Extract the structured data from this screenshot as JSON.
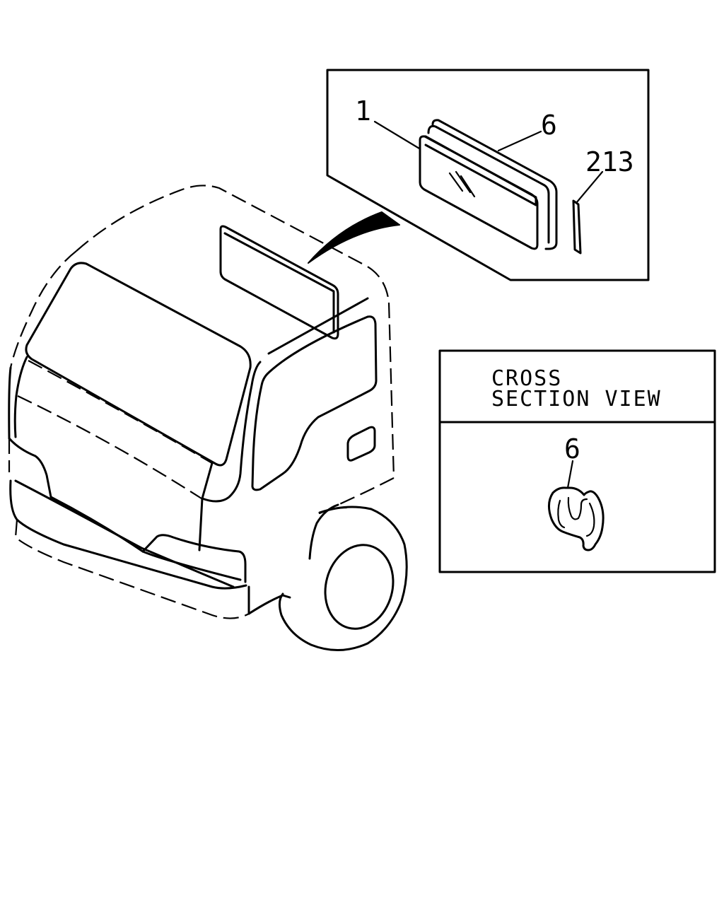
{
  "callouts": {
    "glass": "1",
    "weatherstrip": "6",
    "sealant": "213",
    "section_part": "6"
  },
  "section_view": {
    "line1": "CROSS",
    "line2": "SECTION VIEW"
  },
  "icons": [
    "truck-cab-drawing",
    "rear-window-glass",
    "weatherstrip-seal",
    "sealant-strip",
    "leader-arrow",
    "weatherstrip-cross-section"
  ]
}
